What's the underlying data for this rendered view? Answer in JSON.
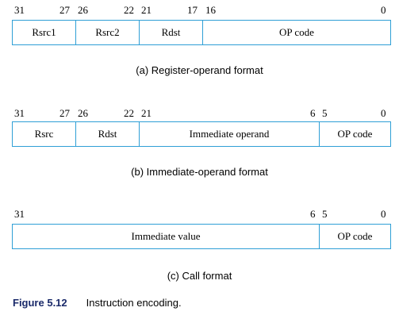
{
  "formats": [
    {
      "bits": [
        "31",
        "27",
        "26",
        "22",
        "21",
        "17",
        "16",
        "0"
      ],
      "fields": [
        "Rsrc1",
        "Rsrc2",
        "Rdst",
        "OP code"
      ],
      "caption": "(a) Register-operand format"
    },
    {
      "bits": [
        "31",
        "27",
        "26",
        "22",
        "21",
        "6",
        "5",
        "0"
      ],
      "fields": [
        "Rsrc",
        "Rdst",
        "Immediate operand",
        "OP code"
      ],
      "caption": "(b) Immediate-operand format"
    },
    {
      "bits": [
        "31",
        "6",
        "5",
        "0"
      ],
      "fields": [
        "Immediate value",
        "OP code"
      ],
      "caption": "(c) Call format"
    }
  ],
  "figure": {
    "label": "Figure 5.12",
    "title": "Instruction encoding."
  },
  "colors": {
    "box_border": "#2f9fd6",
    "figure_label": "#1a2a6a"
  }
}
